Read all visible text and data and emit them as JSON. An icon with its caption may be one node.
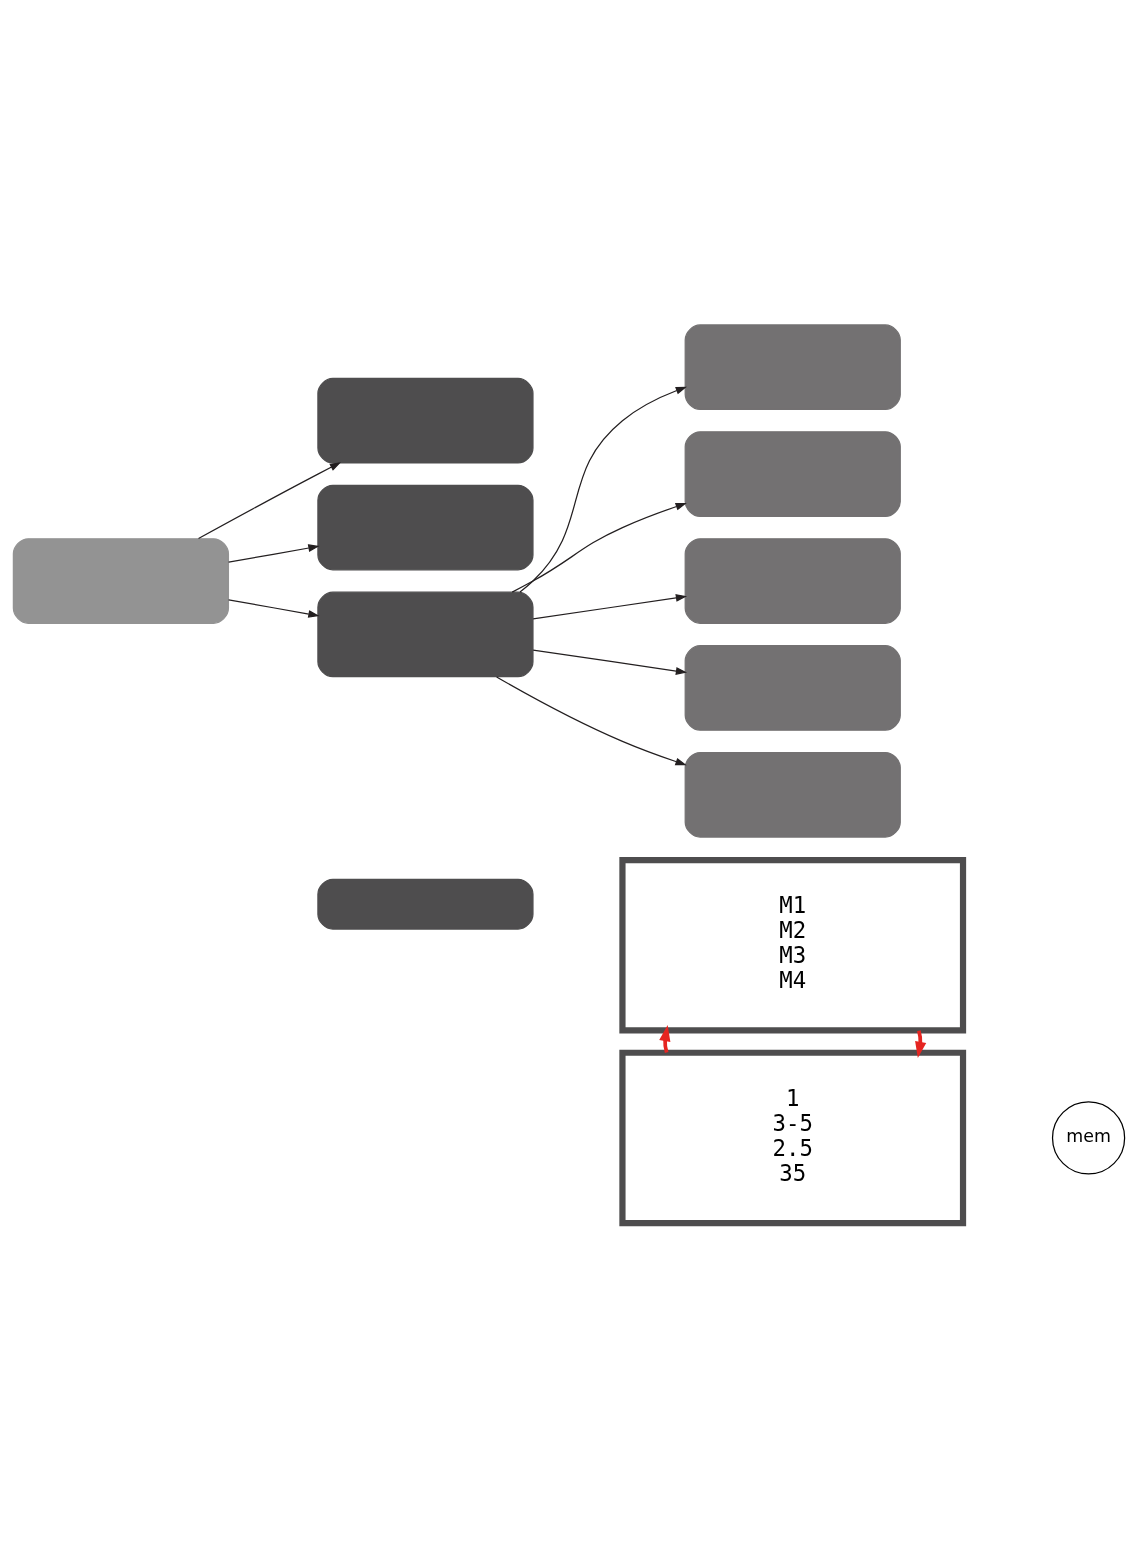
{
  "diagram": {
    "nodes": [
      {
        "text": [],
        "shape": "box"
      },
      {
        "text": [],
        "shape": "box"
      },
      {
        "text": [],
        "shape": "box"
      },
      {
        "text": [],
        "shape": "box"
      },
      {
        "text": [],
        "shape": "box"
      },
      {
        "text": [],
        "shape": "box"
      },
      {
        "text": [],
        "shape": "box"
      },
      {
        "text": [],
        "shape": "box"
      },
      {
        "text": [],
        "shape": "box"
      },
      {
        "text": [],
        "shape": "box"
      },
      {
        "text": [
          "1",
          "3-5",
          "2.5",
          "35"
        ]
      },
      {
        "text": [
          "mem"
        ]
      },
      {
        "text": [
          "M1",
          "M2",
          "M3",
          "M4"
        ]
      }
    ],
    "edges": [
      {
        "from": 0,
        "to": 1,
        "arrow": "to"
      },
      {
        "from": 0,
        "to": 2,
        "arrow": "to"
      },
      {
        "from": 0,
        "to": 3,
        "arrow": "to"
      },
      {
        "from": 3,
        "to": 4,
        "arrow": "to"
      },
      {
        "from": 3,
        "to": 5,
        "arrow": "to"
      },
      {
        "from": 3,
        "to": 6,
        "arrow": "to"
      },
      {
        "from": 3,
        "to": 7,
        "arrow": "to"
      },
      {
        "from": 3,
        "to": 8,
        "arrow": "to"
      },
      {
        "from": 12,
        "to": 10,
        "arrow": "to",
        "style": "thick",
        "color": "#e52521"
      },
      {
        "from": 10,
        "to": 12,
        "arrow": "to",
        "style": "thick",
        "color": "#e52521"
      }
    ]
  }
}
